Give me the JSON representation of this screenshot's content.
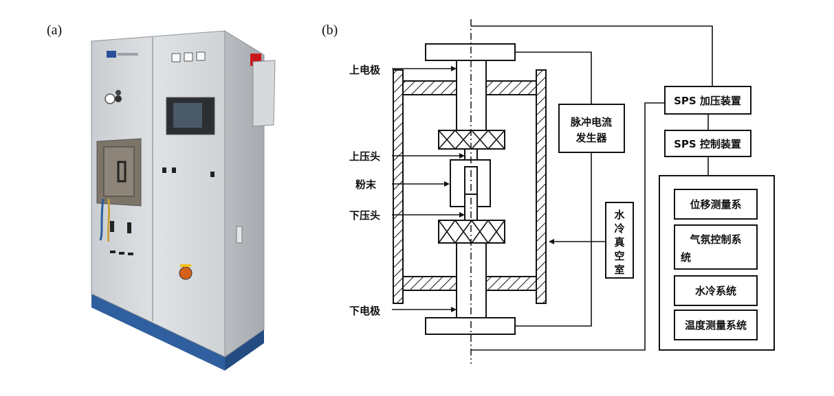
{
  "panel_a": {
    "caption": "(a)"
  },
  "panel_b": {
    "caption": "(b)",
    "labels": {
      "upper_electrode": "上电极",
      "upper_punch": "上压头",
      "powder": "粉末",
      "lower_punch": "下压头",
      "lower_electrode": "下电极"
    },
    "pulse_generator": [
      "脉冲电流",
      "发生器"
    ],
    "water_cooled_chamber": [
      "水",
      "冷",
      "真",
      "空",
      "室"
    ],
    "sps_pressure": "SPS 加压装置",
    "sps_control": "SPS 控制装置",
    "subsystems": {
      "displacement": "位移测量系",
      "atmosphere": [
        "气氛控制系",
        "统"
      ],
      "water_cooling": "水冷系统",
      "temperature": "温度测量系统"
    }
  }
}
